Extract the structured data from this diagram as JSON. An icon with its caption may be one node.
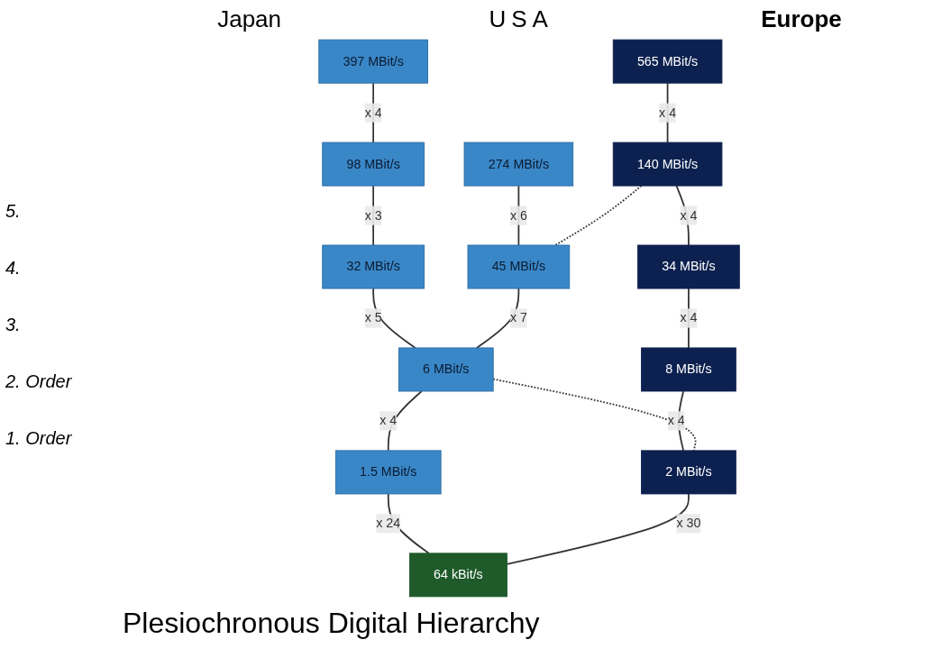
{
  "diagram": {
    "title": "Plesiochronous Digital Hierarchy",
    "nodes": [
      {
        "text": [
          "397 MBit/s"
        ]
      },
      {
        "text": [
          "565 MBit/s"
        ]
      },
      {
        "text": [
          "98 MBit/s"
        ]
      },
      {
        "text": [
          "274 MBit/s"
        ]
      },
      {
        "text": [
          "140 MBit/s"
        ]
      },
      {
        "text": [
          "32 MBit/s"
        ]
      },
      {
        "text": [
          "45 MBit/s"
        ]
      },
      {
        "text": [
          "34 MBit/s"
        ]
      },
      {
        "text": [
          "6 MBit/s"
        ]
      },
      {
        "text": [
          "8 MBit/s"
        ]
      },
      {
        "text": [
          "1.5 MBit/s"
        ]
      },
      {
        "text": [
          "2 MBit/s"
        ]
      },
      {
        "text": [
          "64 kBit/s"
        ]
      }
    ],
    "edges": [
      {
        "from": 0,
        "to": 2,
        "arrow": "none",
        "label": "x 4"
      },
      {
        "from": 2,
        "to": 5,
        "arrow": "none",
        "label": "x 3"
      },
      {
        "from": 5,
        "to": 8,
        "arrow": "none",
        "label": "x 5"
      },
      {
        "from": 3,
        "to": 6,
        "arrow": "none",
        "label": "x 6"
      },
      {
        "from": 6,
        "to": 8,
        "arrow": "none",
        "label": "x 7"
      },
      {
        "from": 8,
        "to": 10,
        "arrow": "none",
        "label": "x 4"
      },
      {
        "from": 10,
        "to": 12,
        "arrow": "none",
        "label": "x 24"
      },
      {
        "from": 1,
        "to": 4,
        "arrow": "none",
        "label": "x 4"
      },
      {
        "from": 4,
        "to": 7,
        "arrow": "none",
        "label": "x 4"
      },
      {
        "from": 7,
        "to": 9,
        "arrow": "none",
        "label": "x 4"
      },
      {
        "from": 9,
        "to": 11,
        "arrow": "none",
        "label": "x 4"
      },
      {
        "from": 11,
        "to": 12,
        "arrow": "none",
        "label": "x 30"
      },
      {
        "from": 4,
        "to": 6,
        "arrow": "none",
        "style": "dashed"
      },
      {
        "from": 8,
        "to": 11,
        "arrow": "none",
        "style": "dashed"
      }
    ],
    "labels": [
      "Japan",
      "USA",
      "Europe",
      "5.",
      "4.",
      "3.",
      "2. Order",
      "1. Order"
    ]
  }
}
